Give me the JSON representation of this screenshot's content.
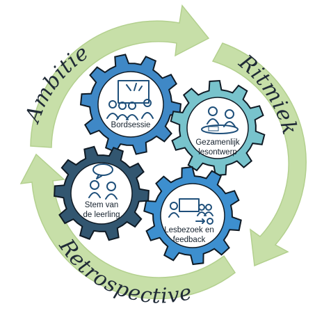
{
  "cycle": {
    "labels": {
      "ambitie": "Ambitie",
      "ritmiek": "Ritmiek",
      "retrospective": "Retrospective"
    },
    "ring_color": "#c7dfa8",
    "ring_outline_color": "#b3d08e"
  },
  "gears": {
    "bordsessie": {
      "label": "Bordsessie",
      "icon": "whiteboard-session-icon",
      "color": "#3f88c6"
    },
    "lesontwerp": {
      "label_line1": "Gezamenlijk",
      "label_line2": "lesontwerp",
      "icon": "shared-design-table-icon",
      "color": "#78c3cc"
    },
    "leerling": {
      "label_line1": "Stem van",
      "label_line2": "de leerling",
      "icon": "student-voice-icon",
      "color": "#325670"
    },
    "lesbezoek": {
      "label_line1": "Lesbezoek en",
      "label_line2": "feedback",
      "icon": "lesson-visit-icon",
      "color": "#3d8fcf"
    }
  }
}
